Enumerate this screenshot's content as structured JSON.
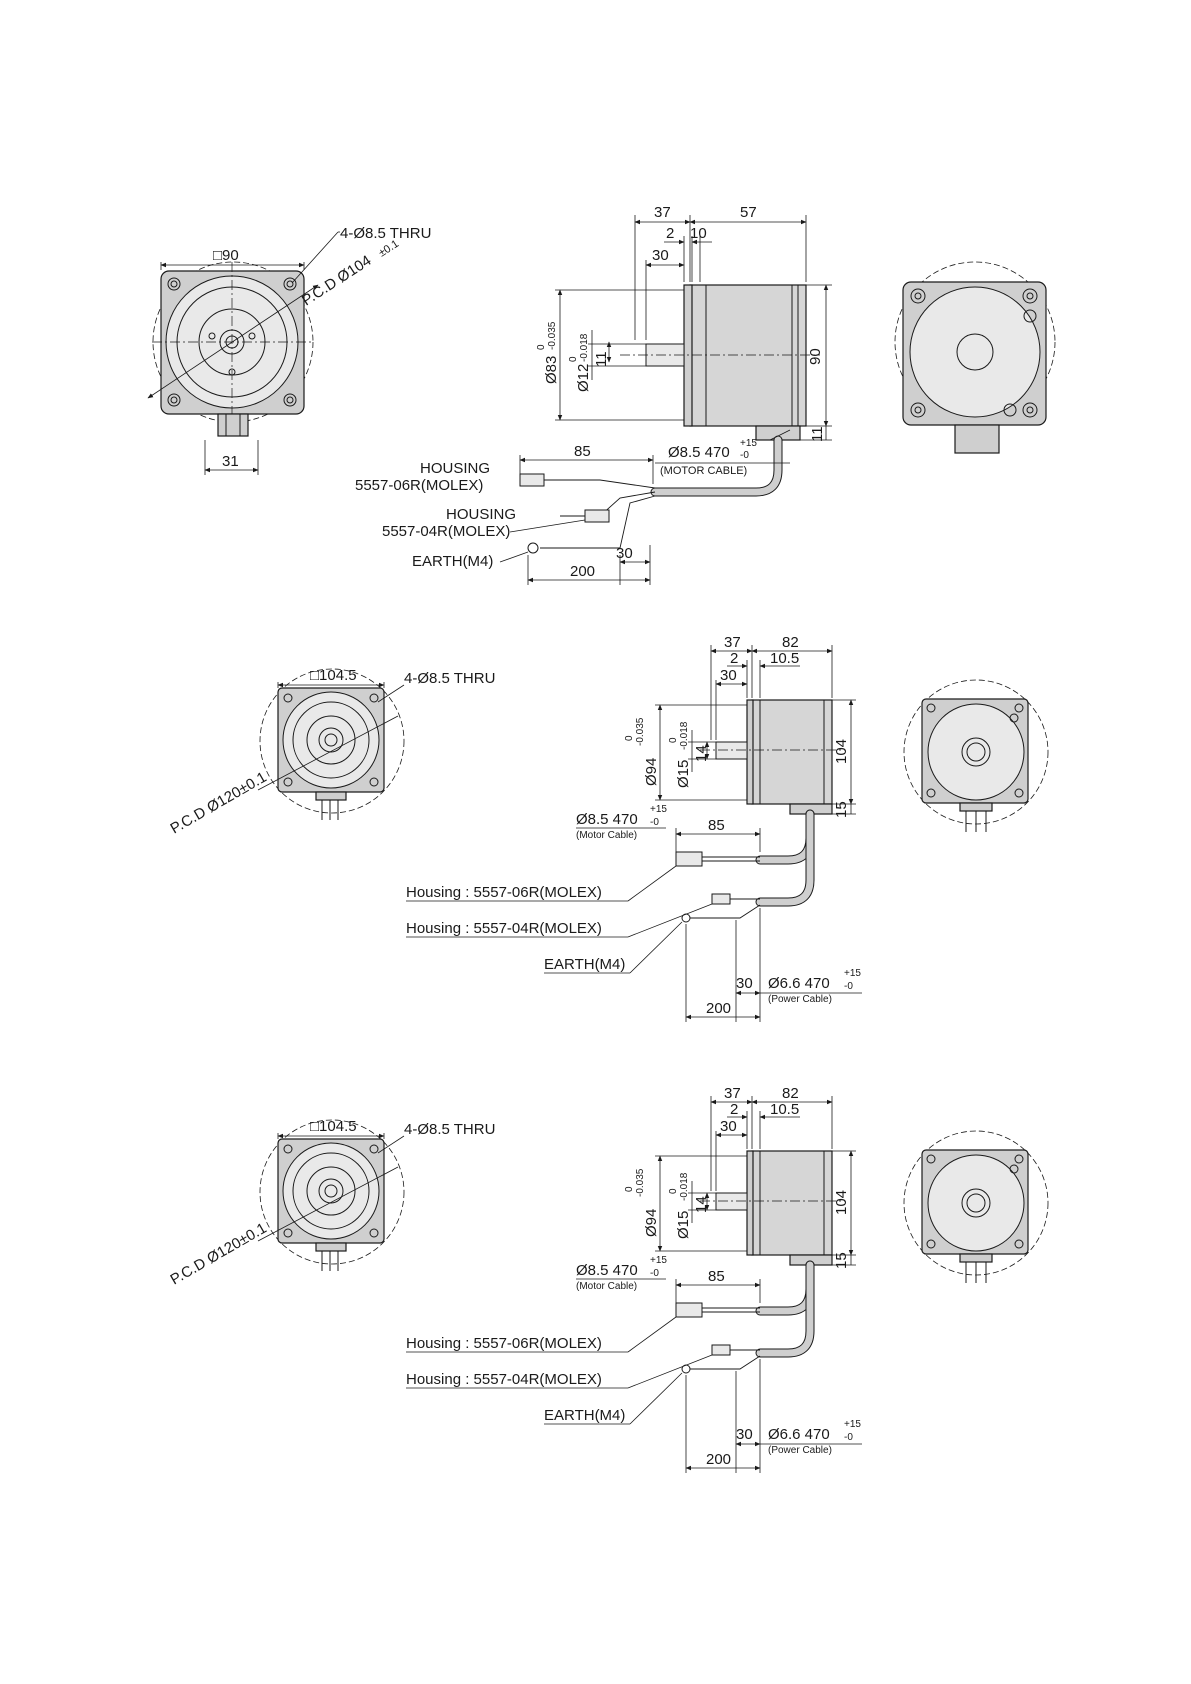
{
  "drawings": [
    {
      "front": {
        "square": "□90",
        "thru": "4-Ø8.5 THRU",
        "pcd": "P.C.D Ø104",
        "pcd_tol": "±0.1",
        "width_bottom": "31"
      },
      "side": {
        "d37": "37",
        "d57": "57",
        "d2": "2",
        "d10": "10",
        "d30": "30",
        "dia_body": "Ø83",
        "dia_body_tol_up": "0",
        "dia_body_tol_dn": "-0.035",
        "dia_shaft": "Ø12",
        "dia_shaft_tol_up": "0",
        "dia_shaft_tol_dn": "-0.018",
        "key": "11",
        "height": "90",
        "box": "11",
        "cable_len": "85",
        "cable_spec": "Ø8.5 470",
        "cable_tol_up": "+15",
        "cable_tol_dn": "-0",
        "cable_label": "(MOTOR CABLE)",
        "housing1_a": "HOUSING",
        "housing1_b": "5557-06R(MOLEX)",
        "housing2_a": "HOUSING",
        "housing2_b": "5557-04R(MOLEX)",
        "earth": "EARTH(M4)",
        "d200": "200",
        "d30b": "30"
      }
    },
    {
      "front": {
        "square": "□104.5",
        "thru": "4-Ø8.5 THRU",
        "pcd": "P.C.D Ø120±0.1"
      },
      "side": {
        "d37": "37",
        "d82": "82",
        "d2": "2",
        "d105": "10.5",
        "d30": "30",
        "dia_body": "Ø94",
        "dia_body_tol_up": "0",
        "dia_body_tol_dn": "-0.035",
        "dia_shaft": "Ø15",
        "dia_shaft_tol_up": "0",
        "dia_shaft_tol_dn": "-0.018",
        "key": "14",
        "height": "104",
        "box": "15",
        "cable_spec": "Ø8.5  470",
        "cable_tol_up": "+15",
        "cable_tol_dn": "-0",
        "cable_label": "(Motor Cable)",
        "cable_len": "85",
        "housing1": "Housing : 5557-06R(MOLEX)",
        "housing2": "Housing : 5557-04R(MOLEX)",
        "earth": "EARTH(M4)",
        "d30b": "30",
        "d200": "200",
        "power_spec": "Ø6.6  470",
        "power_tol_up": "+15",
        "power_tol_dn": "-0",
        "power_label": "(Power Cable)"
      }
    },
    {
      "front": {
        "square": "□104.5",
        "thru": "4-Ø8.5 THRU",
        "pcd": "P.C.D Ø120±0.1"
      },
      "side": {
        "d37": "37",
        "d82": "82",
        "d2": "2",
        "d105": "10.5",
        "d30": "30",
        "dia_body": "Ø94",
        "dia_body_tol_up": "0",
        "dia_body_tol_dn": "-0.035",
        "dia_shaft": "Ø15",
        "dia_shaft_tol_up": "0",
        "dia_shaft_tol_dn": "-0.018",
        "key": "14",
        "height": "104",
        "box": "15",
        "cable_spec": "Ø8.5  470",
        "cable_tol_up": "+15",
        "cable_tol_dn": "-0",
        "cable_label": "(Motor Cable)",
        "cable_len": "85",
        "housing1": "Housing : 5557-06R(MOLEX)",
        "housing2": "Housing : 5557-04R(MOLEX)",
        "earth": "EARTH(M4)",
        "d30b": "30",
        "d200": "200",
        "power_spec": "Ø6.6  470",
        "power_tol_up": "+15",
        "power_tol_dn": "-0",
        "power_label": "(Power Cable)"
      }
    }
  ]
}
